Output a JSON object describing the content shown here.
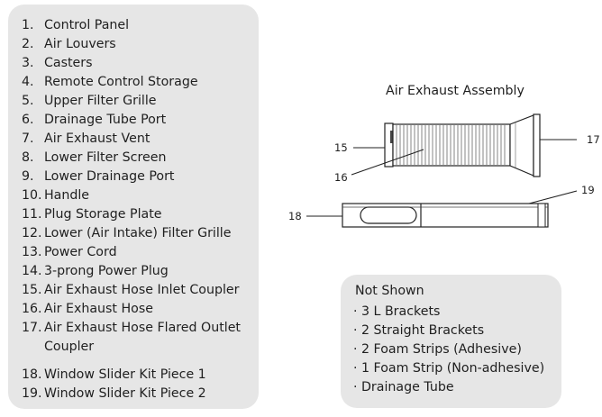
{
  "parts_list": [
    {
      "num": "1.",
      "label": "Control Panel"
    },
    {
      "num": "2.",
      "label": "Air Louvers"
    },
    {
      "num": "3.",
      "label": "Casters"
    },
    {
      "num": "4.",
      "label": "Remote Control Storage"
    },
    {
      "num": "5.",
      "label": "Upper Filter Grille"
    },
    {
      "num": "6.",
      "label": "Drainage Tube Port"
    },
    {
      "num": "7.",
      "label": "Air Exhaust Vent"
    },
    {
      "num": "8.",
      "label": "Lower Filter Screen"
    },
    {
      "num": "9.",
      "label": "Lower Drainage Port"
    },
    {
      "num": "10.",
      "label": "Handle"
    },
    {
      "num": "11.",
      "label": "Plug Storage Plate"
    },
    {
      "num": "12.",
      "label": "Lower (Air Intake) Filter Grille"
    },
    {
      "num": "13.",
      "label": "Power Cord"
    },
    {
      "num": "14.",
      "label": "3-prong Power Plug"
    },
    {
      "num": "15.",
      "label": "Air Exhaust Hose Inlet Coupler"
    },
    {
      "num": "16.",
      "label": "Air Exhaust Hose"
    },
    {
      "num": "17.",
      "label": "Air Exhaust Hose Flared Outlet Coupler"
    },
    {
      "num": "18.",
      "label": "Window Slider Kit Piece 1"
    },
    {
      "num": "19.",
      "label": "Window Slider Kit Piece 2"
    }
  ],
  "assembly": {
    "title": "Air Exhaust Assembly",
    "callouts": [
      "15",
      "16",
      "17",
      "18",
      "19"
    ]
  },
  "not_shown": {
    "title": "Not Shown",
    "bullet": "·",
    "items": [
      "3 L Brackets",
      "2 Straight Brackets",
      "2 Foam Strips (Adhesive)",
      "1 Foam Strip (Non-adhesive)",
      "Drainage Tube"
    ]
  }
}
